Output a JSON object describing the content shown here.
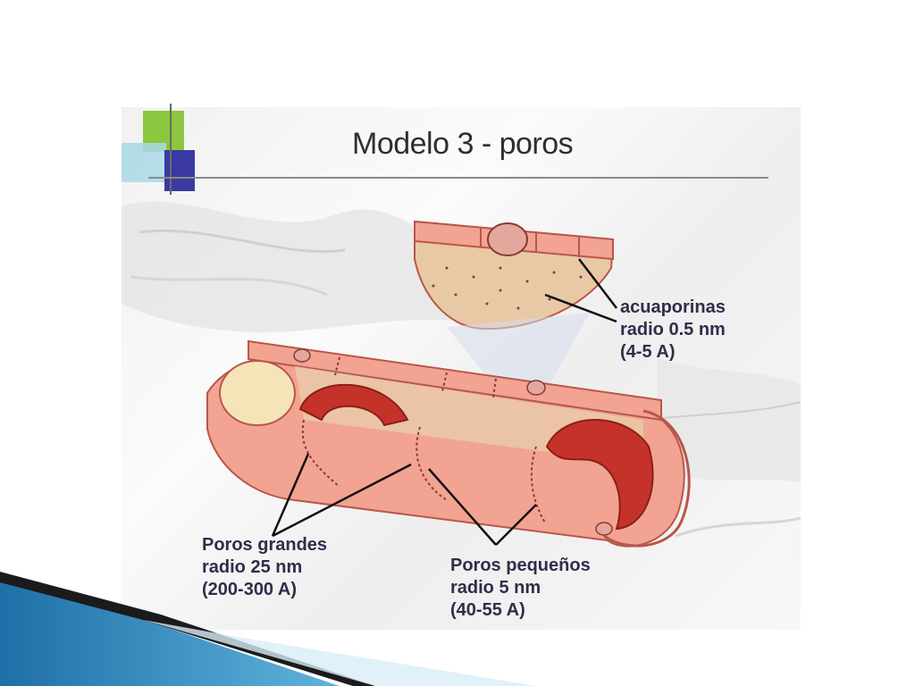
{
  "slide": {
    "title": "Modelo 3 - poros"
  },
  "labels": {
    "acuaporinas": {
      "line1": "acuaporinas",
      "line2": "radio 0.5 nm",
      "line3": "(4-5 A)"
    },
    "poros_grandes": {
      "line1": "Poros grandes",
      "line2": "radio 25 nm",
      "line3": "(200-300 A)"
    },
    "poros_pequenos": {
      "line1": "Poros pequeños",
      "line2": "radio 5 nm",
      "line3": "(40-55 A)"
    }
  },
  "colors": {
    "vessel_wall": "#f2a392",
    "vessel_edge": "#b8574a",
    "inner_tissue": "#e9c8a6",
    "red_cell": "#c5322a",
    "title_accent_green": "#8dc63f",
    "title_accent_blue": "#3a3aa0",
    "bottom_band_blue": "#3a97c9"
  }
}
